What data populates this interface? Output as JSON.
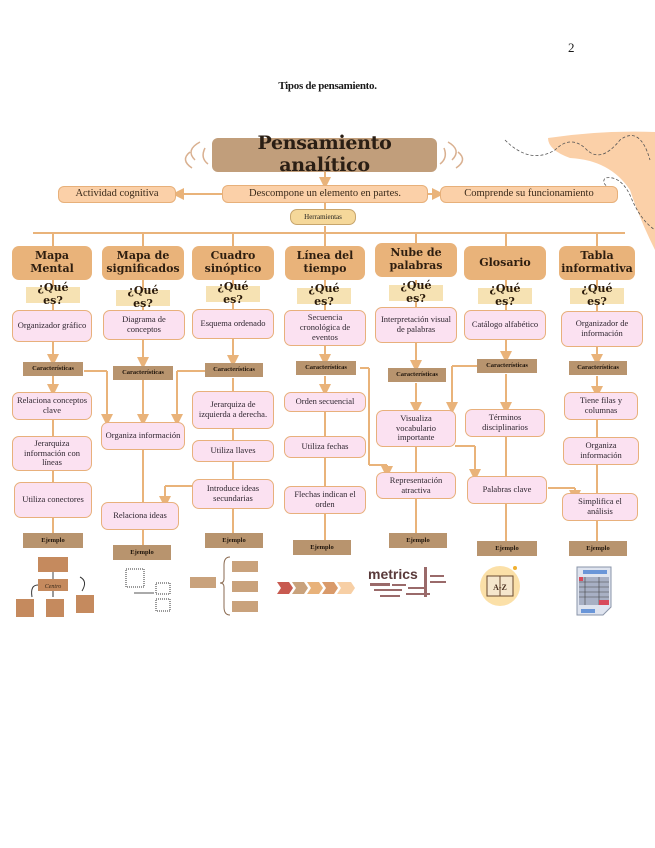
{
  "page": {
    "number": "2",
    "title": "Tipos de pensamiento."
  },
  "diagram": {
    "title": "Pensamiento analítico",
    "center": "Descompone un elemento en partes.",
    "left": "Actividad cognitiva",
    "right": "Comprende su funcionamiento",
    "tools_label": "Herramientas",
    "question_label": "¿Qué es?",
    "characteristics_label": "Características",
    "example_label": "Ejemplo",
    "colors": {
      "title_bg": "#c19e7b",
      "peach": "#fbd0a8",
      "header_bg": "#e9b37a",
      "pink": "#fbe1f1",
      "tag_bg": "#b8946e",
      "line": "#e9b37a"
    },
    "columns": [
      {
        "header": "Mapa Mental",
        "definition": "Organizador gráfico",
        "features": [
          "Relaciona conceptos clave",
          "Jerarquiza información con líneas",
          "Utiliza conectores"
        ],
        "example_icon": "mind-map-sketch",
        "example_center_label": "Centro"
      },
      {
        "header": "Mapa de significados",
        "definition": "Diagrama de conceptos",
        "features": [
          "Organiza información",
          "Relaciona ideas"
        ],
        "example_icon": "flow-boxes-sketch"
      },
      {
        "header": "Cuadro sinóptico",
        "definition": "Esquema ordenado",
        "features": [
          "Jerarquiza de izquierda a derecha.",
          "Utiliza llaves",
          "Introduce ideas secundarias"
        ],
        "example_icon": "brace-diagram"
      },
      {
        "header": "Línea del tiempo",
        "definition": "Secuencia cronológica de eventos",
        "features": [
          "Orden secuencial",
          "Utiliza fechas",
          "Flechas indican el orden"
        ],
        "example_icon": "chevron-timeline"
      },
      {
        "header": "Nube de palabras",
        "definition": "Interpretación visual de palabras",
        "features": [
          "Visualiza vocabulario importante",
          "Representación atractiva"
        ],
        "example_icon": "word-cloud",
        "example_word": "metrics"
      },
      {
        "header": "Glosario",
        "definition": "Catálogo alfabético",
        "features": [
          "Términos disciplinarios",
          "Palabras clave"
        ],
        "example_icon": "a-z-book",
        "example_book_text": "A-Z"
      },
      {
        "header": "Tabla informativa",
        "definition": "Organizador de información",
        "features": [
          "Tiene filas y columnas",
          "Organiza información",
          "Simplifica el análisis"
        ],
        "example_icon": "spreadsheet-document"
      }
    ]
  }
}
